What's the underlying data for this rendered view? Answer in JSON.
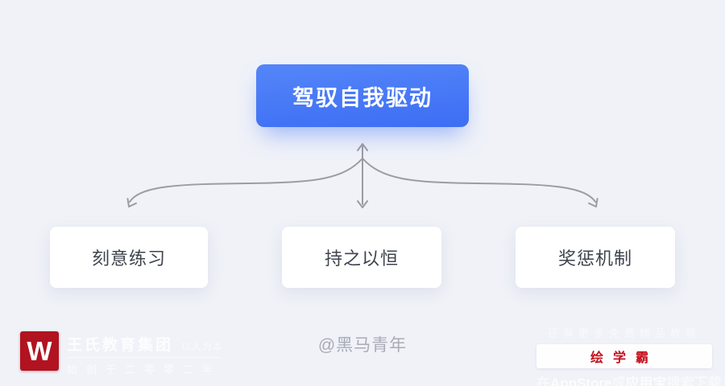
{
  "colors": {
    "bg": "#f0f2f8",
    "accent_top": "#5486f9",
    "accent_bottom": "#3d6df4",
    "arrow": "#9b9ca4",
    "child_text": "#3e434d",
    "credit": "#a8acb6",
    "wm_red": "#b11320",
    "wm_red_text": "#c3101c"
  },
  "diagram": {
    "root": {
      "label": "驾驭自我驱动"
    },
    "children": [
      {
        "label": "刻意练习"
      },
      {
        "label": "持之以恒"
      },
      {
        "label": "奖惩机制"
      }
    ]
  },
  "watermarks": {
    "center_credit": "@黑马青年",
    "brand_left": {
      "logo_letter": "W",
      "company": "王氏教育集团",
      "slogan": "以人为本",
      "founded": "始创于二零零二年"
    },
    "promo_right": {
      "line1": "还有更多免费精品教程",
      "app_name": "绘学霸",
      "line3_prefix": "在",
      "line3_store": "AppStore",
      "line3_mid": "或",
      "line3_store2": "应用宝",
      "line3_suffix": "搜索下载"
    }
  }
}
